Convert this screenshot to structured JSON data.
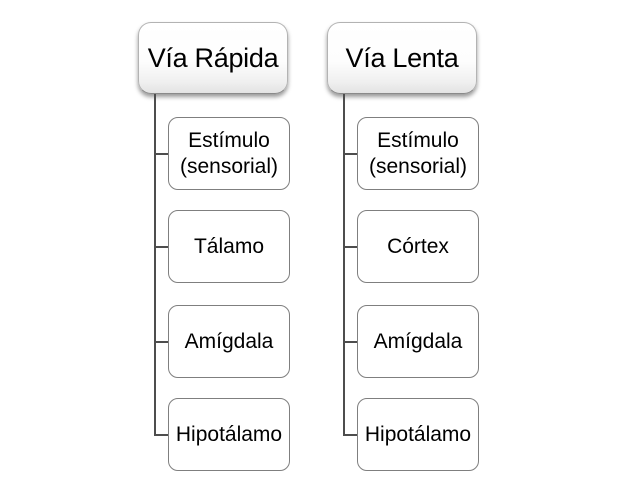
{
  "diagram": {
    "type": "hierarchy",
    "columns": [
      {
        "header": "Vía Rápida",
        "items": [
          {
            "label": "Estímulo (sensorial)"
          },
          {
            "label": "Tálamo"
          },
          {
            "label": "Amígdala"
          },
          {
            "label": "Hipotálamo"
          }
        ]
      },
      {
        "header": "Vía Lenta",
        "items": [
          {
            "label": "Estímulo (sensorial)"
          },
          {
            "label": "Córtex"
          },
          {
            "label": "Amígdala"
          },
          {
            "label": "Hipotálamo"
          }
        ]
      }
    ]
  },
  "colors": {
    "background": "#ffffff",
    "box_fill": "#ffffff",
    "box_border": "#7f7f7f",
    "header_border": "#b3b3b3",
    "header_grad_bottom": "#e3e3e3",
    "connector": "#4d4d4d",
    "text": "#000000"
  }
}
